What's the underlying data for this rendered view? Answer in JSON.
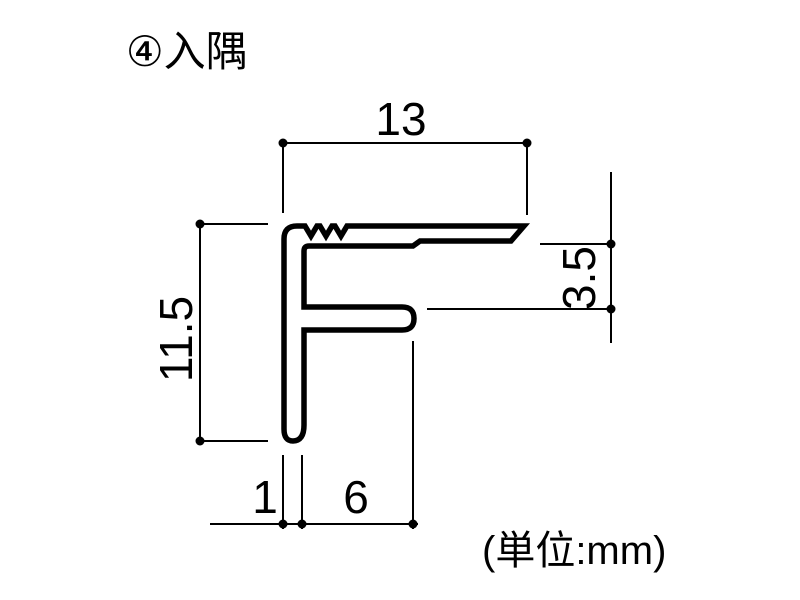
{
  "title": "④入隅",
  "unit_note": "(単位:mm)",
  "dimensions": {
    "top_width": "13",
    "left_height": "11.5",
    "right_gap": "3.5",
    "leg_thickness": "1",
    "arm_depth": "6"
  },
  "colors": {
    "line": "#000000",
    "background": "#ffffff",
    "text": "#000000"
  },
  "drawing": {
    "type": "cross-section-profile",
    "shape": "F-shaped inside-corner trim",
    "unit": "mm"
  }
}
